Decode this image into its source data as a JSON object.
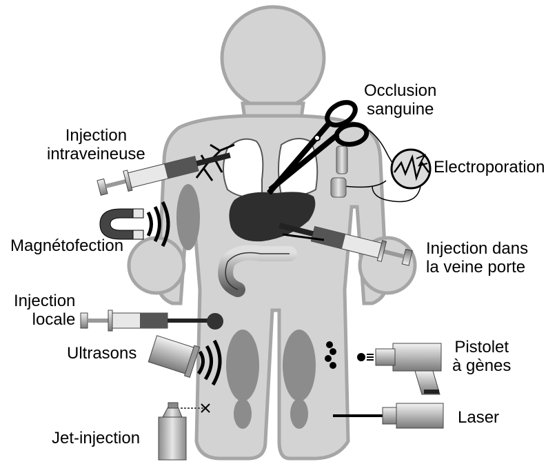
{
  "labels": {
    "occlusion": [
      "Occlusion",
      "sanguine"
    ],
    "injection_iv": [
      "Injection",
      "intraveineuse"
    ],
    "electroporation": "Electroporation",
    "magnetofection": "Magnétofection",
    "injection_porte": [
      "Injection dans",
      "la veine porte"
    ],
    "injection_locale": [
      "Injection",
      "locale"
    ],
    "ultrasons": "Ultrasons",
    "pistolet": [
      "Pistolet",
      "à gènes"
    ],
    "laser": "Laser",
    "jet_injection": "Jet-injection"
  },
  "colors": {
    "body": "#d3d3d3",
    "body_outline": "#a6a6a6",
    "lungs": "#ffffff",
    "liver": "#2e2e2e",
    "muscle": "#8c8c8c",
    "metal": "#bdbdbd",
    "ink": "#000000"
  },
  "icons": [
    "syringe-icon",
    "scissors-icon",
    "magnet-icon",
    "electric-spark-icon",
    "ultrasound-probe-icon",
    "gene-gun-icon",
    "laser-device-icon",
    "jet-injector-icon"
  ]
}
